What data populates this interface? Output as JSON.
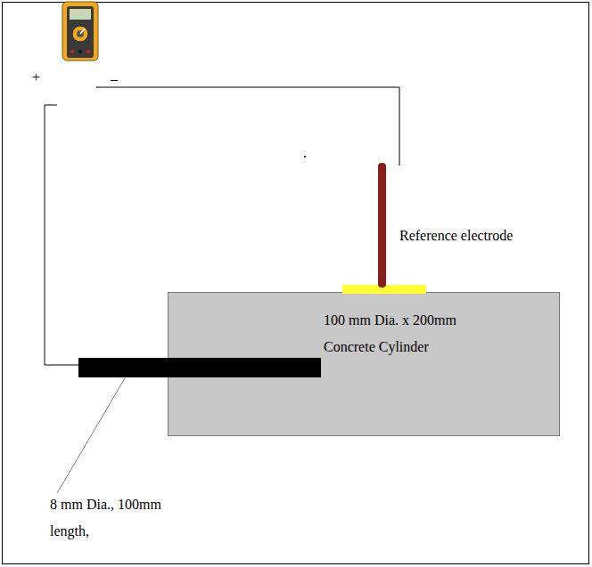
{
  "diagram": {
    "nodes": [
      {
        "text": [
          "100 mm Dia. x 200mm Concrete Cylinder"
        ]
      }
    ],
    "labels": [
      "+",
      "–",
      "Reference electrode",
      "8 mm Dia., 100mm length,"
    ]
  }
}
